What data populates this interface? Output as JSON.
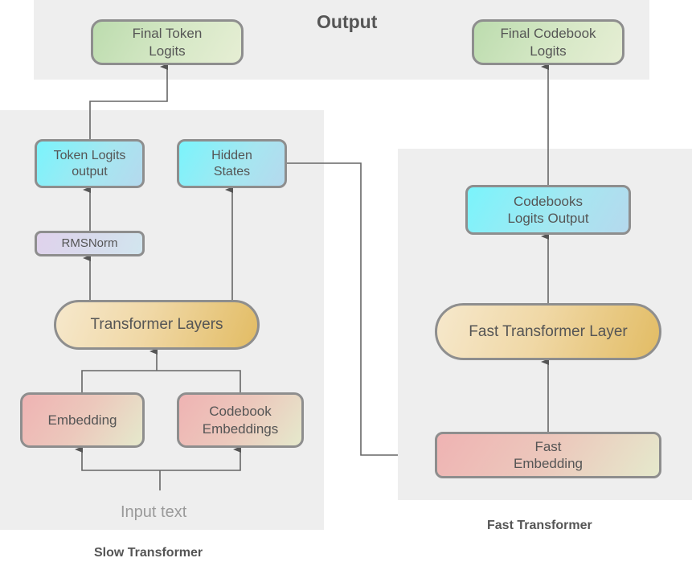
{
  "diagram": {
    "groups": {
      "output": "Output",
      "slow": "Slow Transformer",
      "fast": "Fast Transformer"
    },
    "input_label": "Input text",
    "nodes": {
      "final_token_logits": [
        "Final Token",
        "Logits"
      ],
      "final_codebook_logits": [
        "Final Codebook",
        "Logits"
      ],
      "token_logits_output": [
        "Token Logits",
        "output"
      ],
      "hidden_states": [
        "Hidden",
        "States"
      ],
      "rmsnorm": [
        "RMSNorm"
      ],
      "transformer_layers": [
        "Transformer Layers"
      ],
      "embedding": [
        "Embedding"
      ],
      "codebook_embeddings": [
        "Codebook",
        "Embeddings"
      ],
      "codebooks_logits_output": [
        "Codebooks",
        "Logits Output"
      ],
      "fast_transformer_layer": [
        "Fast Transformer Layer"
      ],
      "fast_embedding": [
        "Fast",
        "Embedding"
      ]
    },
    "edges": [
      {
        "from": "input_text",
        "to": "embedding"
      },
      {
        "from": "input_text",
        "to": "codebook_embeddings"
      },
      {
        "from": "embedding",
        "to": "transformer_layers"
      },
      {
        "from": "codebook_embeddings",
        "to": "transformer_layers"
      },
      {
        "from": "transformer_layers",
        "to": "rmsnorm"
      },
      {
        "from": "transformer_layers",
        "to": "hidden_states"
      },
      {
        "from": "rmsnorm",
        "to": "token_logits_output"
      },
      {
        "from": "token_logits_output",
        "to": "final_token_logits"
      },
      {
        "from": "hidden_states",
        "to": "fast_embedding"
      },
      {
        "from": "fast_embedding",
        "to": "fast_transformer_layer"
      },
      {
        "from": "fast_transformer_layer",
        "to": "codebooks_logits_output"
      },
      {
        "from": "codebooks_logits_output",
        "to": "final_codebook_logits"
      }
    ]
  }
}
